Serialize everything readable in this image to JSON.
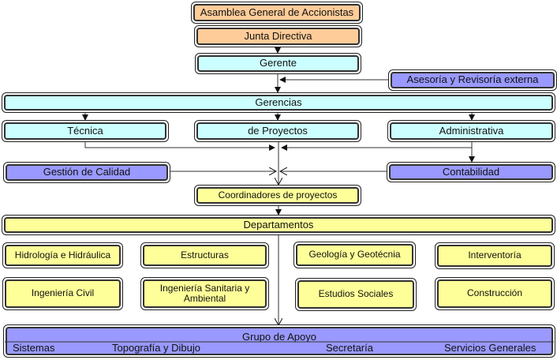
{
  "colors": {
    "governance": "#fecc99",
    "management": "#ccffff",
    "support": "#9999ff",
    "departments": "#ffff99"
  },
  "nodes": {
    "asamblea": "Asamblea General de Accionistas",
    "junta": "Junta Directiva",
    "gerente": "Gerente",
    "asesoria": "Asesoría y Revisoría externa",
    "gerencias": "Gerencias",
    "tecnica": "Técnica",
    "proyectos": "de Proyectos",
    "administrativa": "Administrativa",
    "calidad": "Gestión de Calidad",
    "contabilidad": "Contabilidad",
    "coordinadores": "Coordinadores de proyectos",
    "departamentos": "Departamentos"
  },
  "departments": [
    "Hidrología e Hidráulica",
    "Estructuras",
    "Geología y Geotécnia",
    "Interventoría",
    "Ingeniería Civil",
    "Ingeniería Sanitaria y Ambiental",
    "Estudios Sociales",
    "Construcción"
  ],
  "apoyo": {
    "title": "Grupo de Apoyo",
    "items": [
      "Sistemas",
      "Topografía y Dibujo",
      "Secretaría",
      "Servicios Generales"
    ]
  }
}
